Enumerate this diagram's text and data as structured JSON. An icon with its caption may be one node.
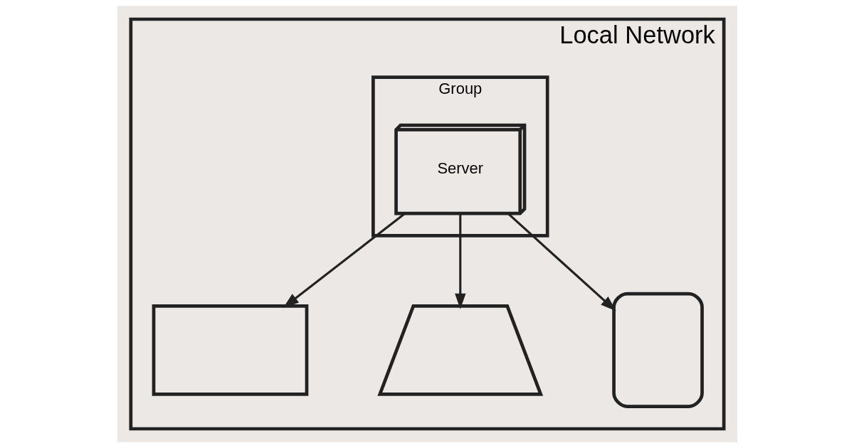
{
  "diagram": {
    "nodes": [
      {
        "text": [
          "Local Network"
        ]
      },
      {
        "text": [
          "Group"
        ],
        "in": 0
      },
      {
        "text": [
          "Server"
        ],
        "in": 1
      },
      {
        "text": [],
        "shape": "monitor",
        "in": 0
      },
      {
        "text": [],
        "shape": "laptop",
        "in": 0
      },
      {
        "text": [],
        "shape": "tablet",
        "in": 0
      }
    ],
    "edges": [
      {
        "from": 2,
        "to": 3,
        "arrow": "to"
      },
      {
        "from": 2,
        "to": 4,
        "arrow": "to"
      },
      {
        "from": 2,
        "to": 5,
        "arrow": "to"
      }
    ]
  }
}
